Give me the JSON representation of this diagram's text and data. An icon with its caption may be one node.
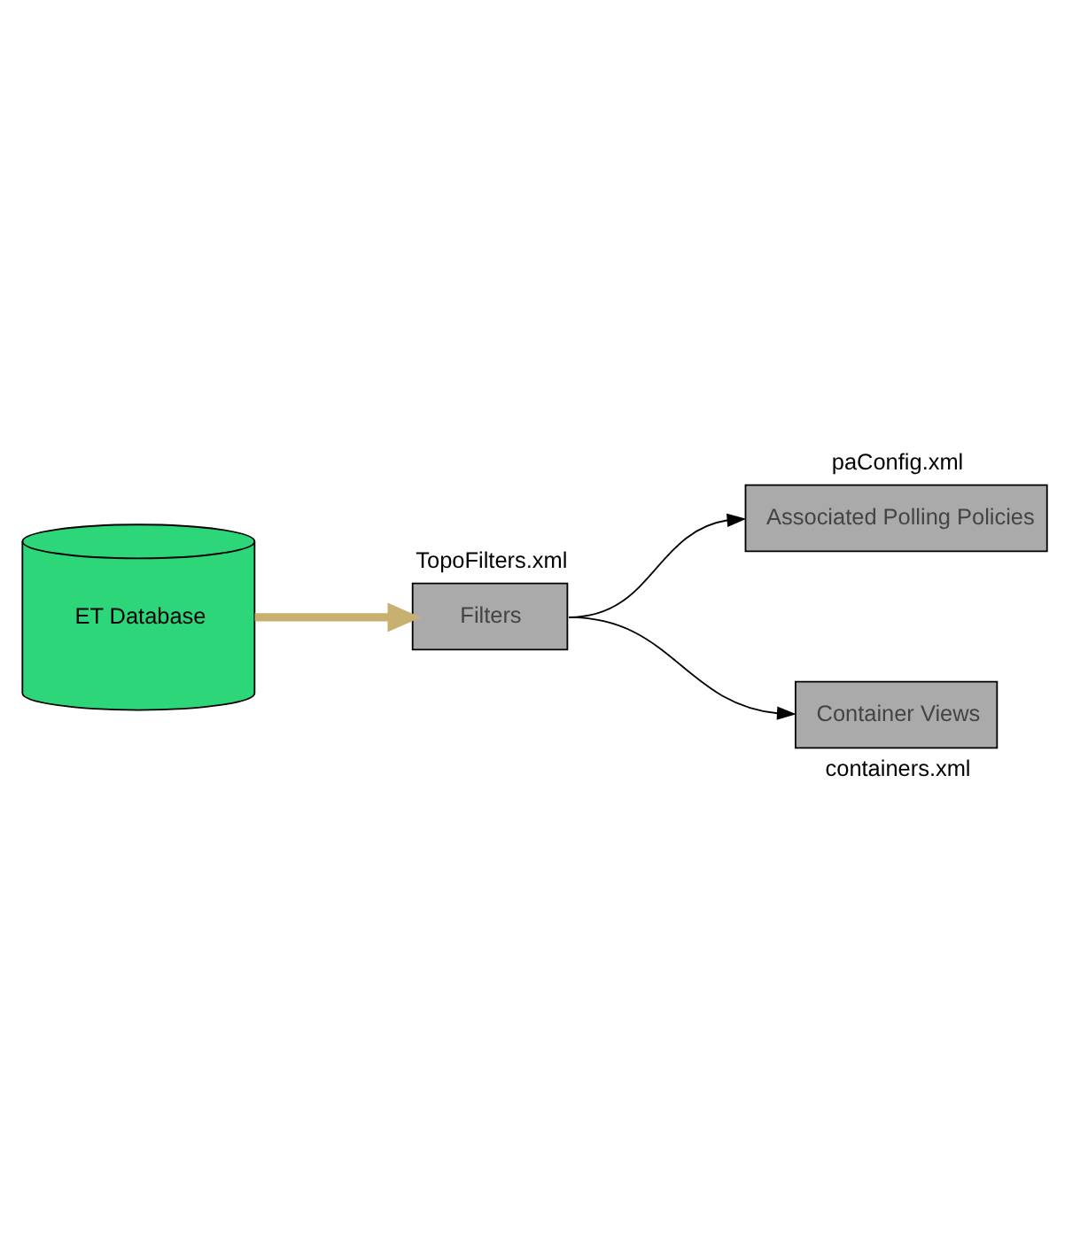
{
  "diagram": {
    "nodes": [
      {
        "text": [
          "ET Database"
        ]
      },
      {
        "text": [
          "Filters"
        ],
        "beside": [
          "TopoFilters.xml"
        ]
      },
      {
        "text": [
          "Associated Polling Policies"
        ],
        "beside": [
          "paConfig.xml"
        ]
      },
      {
        "text": [
          "Container Views"
        ],
        "beside": [
          "containers.xml"
        ]
      }
    ],
    "edges": [
      {
        "from": 0,
        "to": 1,
        "arrow": "to",
        "style": "thick",
        "color": "#c8b070"
      },
      {
        "from": 1,
        "to": 2,
        "arrow": "to"
      },
      {
        "from": 1,
        "to": 3,
        "arrow": "to"
      }
    ]
  }
}
